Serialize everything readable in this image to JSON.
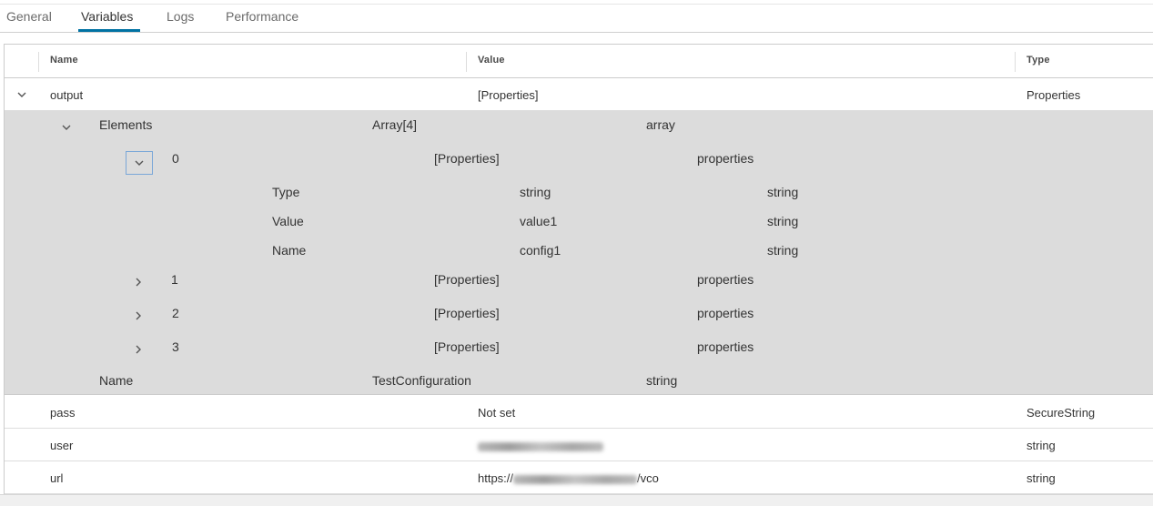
{
  "tabs": [
    {
      "label": "General",
      "active": false
    },
    {
      "label": "Variables",
      "active": true
    },
    {
      "label": "Logs",
      "active": false
    },
    {
      "label": "Performance",
      "active": false
    }
  ],
  "colors": {
    "accent": "#0072a3",
    "expanded_bg": "#dcdcdc",
    "focus_border": "#7aa7d8"
  },
  "grid": {
    "columns": [
      "Name",
      "Value",
      "Type"
    ],
    "rows": {
      "output": {
        "name": "output",
        "value": "[Properties]",
        "type": "Properties",
        "expanded": true
      },
      "pass": {
        "name": "pass",
        "value": "Not set",
        "type": "SecureString"
      },
      "user": {
        "name": "user",
        "value": "",
        "type": "string"
      },
      "url": {
        "name": "url",
        "value_prefix": "https://",
        "value_suffix": "/vco",
        "type": "string"
      }
    },
    "output_detail": {
      "elements": {
        "name": "Elements",
        "value": "Array[4]",
        "type": "array"
      },
      "items": [
        {
          "index": "0",
          "value": "[Properties]",
          "type": "properties",
          "expanded": true,
          "props": [
            {
              "name": "Type",
              "value": "string",
              "type": "string"
            },
            {
              "name": "Value",
              "value": "value1",
              "type": "string"
            },
            {
              "name": "Name",
              "value": "config1",
              "type": "string"
            }
          ]
        },
        {
          "index": "1",
          "value": "[Properties]",
          "type": "properties",
          "expanded": false
        },
        {
          "index": "2",
          "value": "[Properties]",
          "type": "properties",
          "expanded": false
        },
        {
          "index": "3",
          "value": "[Properties]",
          "type": "properties",
          "expanded": false
        }
      ],
      "name_prop": {
        "name": "Name",
        "value": "TestConfiguration",
        "type": "string"
      }
    }
  },
  "icons": {
    "expand": "chevron-right-icon",
    "collapse": "chevron-down-icon"
  }
}
